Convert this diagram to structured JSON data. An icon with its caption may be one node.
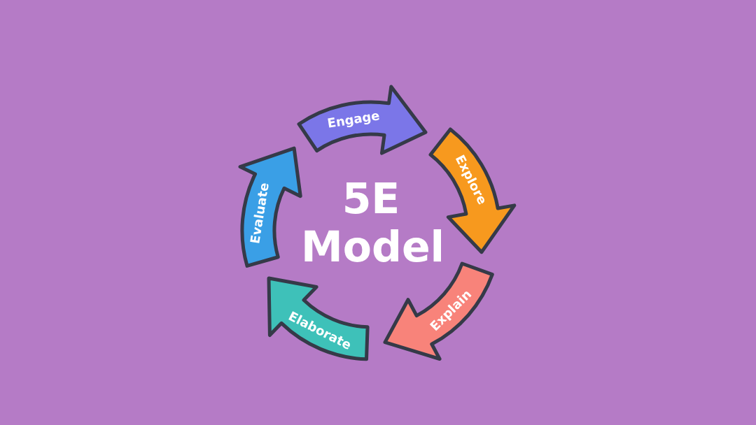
{
  "diagram": {
    "title": "5E Model",
    "nodes": [
      {
        "text": [
          "Engage"
        ]
      },
      {
        "text": [
          "Explore"
        ]
      },
      {
        "text": [
          "Explain"
        ]
      },
      {
        "text": [
          "Elaborate"
        ]
      },
      {
        "text": [
          "Evaluate"
        ]
      }
    ]
  }
}
